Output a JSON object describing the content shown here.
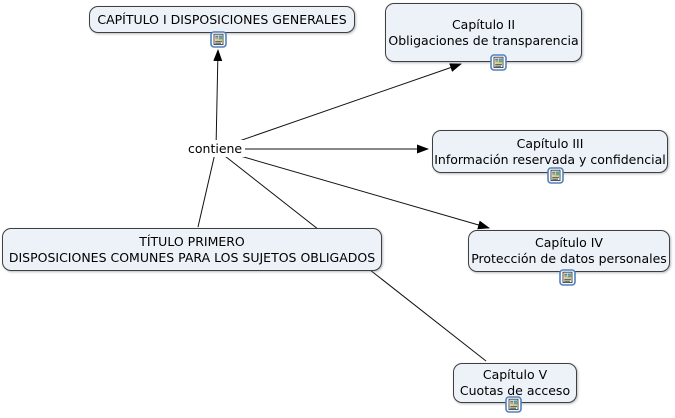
{
  "linking_phrase": {
    "label": "contiene"
  },
  "nodes": {
    "titulo": {
      "line1": "TÍTULO PRIMERO",
      "line2": "DISPOSICIONES COMUNES PARA LOS SUJETOS OBLIGADOS"
    },
    "cap1": {
      "line1": "CAPÍTULO I DISPOSICIONES GENERALES",
      "line2": ""
    },
    "cap2": {
      "line1": "Capítulo II",
      "line2": "Obligaciones de transparencia"
    },
    "cap3": {
      "line1": "Capítulo III",
      "line2": "Información reservada y confidencial"
    },
    "cap4": {
      "line1": "Capítulo IV",
      "line2": "Protección de datos personales"
    },
    "cap5": {
      "line1": "Capítulo V",
      "line2": "Cuotas de acceso"
    }
  },
  "icons": {
    "resource_icon": "document-with-image"
  },
  "colors": {
    "node_fill": "#ecf2f8",
    "node_border": "#3f3f3f",
    "connector": "#111111",
    "icon_border": "#4f81bd",
    "text": "#000000"
  }
}
